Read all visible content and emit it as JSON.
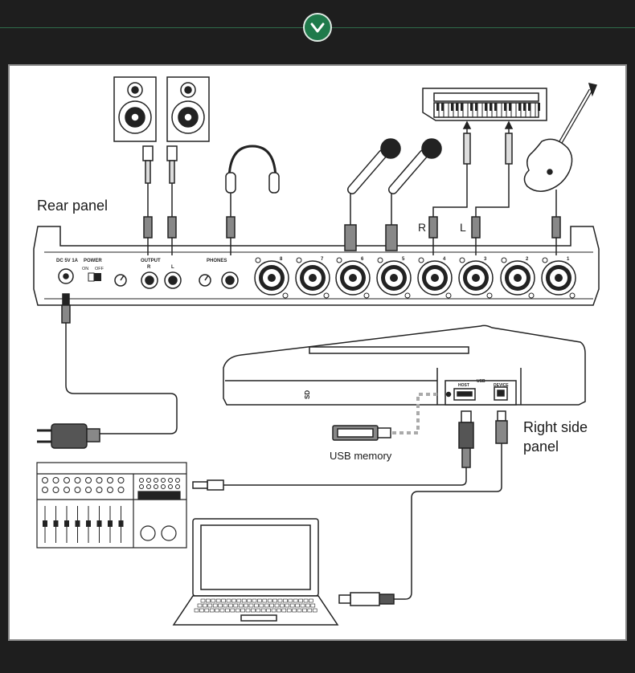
{
  "labels": {
    "rear_panel": "Rear panel",
    "right_side_panel_line1": "Right side",
    "right_side_panel_line2": "panel",
    "usb_memory": "USB memory",
    "channel_r": "R",
    "channel_l": "L",
    "dc_input": "DC 5V 1A",
    "power": "POWER",
    "power_on": "ON",
    "power_off": "OFF",
    "output": "OUTPUT",
    "output_r": "R",
    "output_l": "L",
    "phones": "PHONES",
    "inputs": [
      "8",
      "7",
      "6",
      "5",
      "4",
      "3",
      "2",
      "1"
    ],
    "usb_host": "HOST",
    "usb": "USB",
    "usb_device": "DEVICE",
    "sd_logo": "SD"
  },
  "colors": {
    "background": "#1e1e1e",
    "accent": "#1f7a4b",
    "frame_border": "#8a8a8a",
    "line": "#222222",
    "usb_memory_link": "#aaaaaa"
  },
  "icons": [
    "chevron-down-icon",
    "speaker-icon",
    "headphones-icon",
    "microphone-icon",
    "keyboard-icon",
    "guitar-icon",
    "power-adapter-icon",
    "usb-stick-icon",
    "mixer-icon",
    "laptop-icon"
  ]
}
